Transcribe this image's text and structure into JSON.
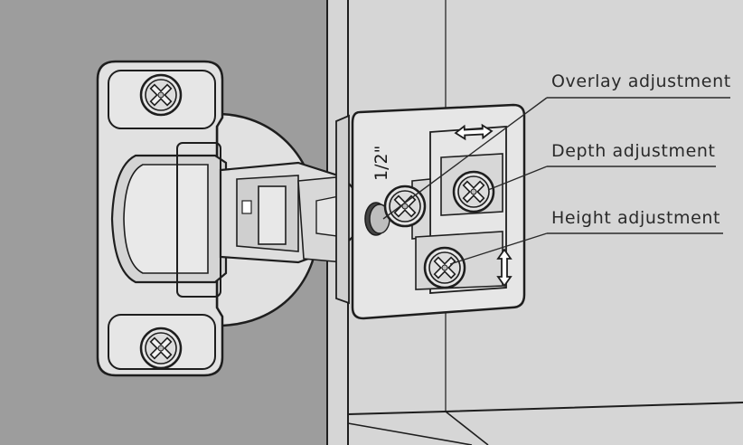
{
  "labels": {
    "overlay": "Overlay adjustment",
    "depth": "Depth adjustment",
    "height": "Height adjustment"
  },
  "plate_marking": "1/2\"",
  "colors": {
    "door_panel": "#9d9d9d",
    "cabinet_wall": "#d6d6d6",
    "hinge_metal": "#e1e1e1",
    "outline": "#1e1e1e",
    "background": "#ffffff"
  },
  "icons": [
    "phillips-screw-icon",
    "horizontal-double-arrow-icon",
    "vertical-double-arrow-icon"
  ]
}
